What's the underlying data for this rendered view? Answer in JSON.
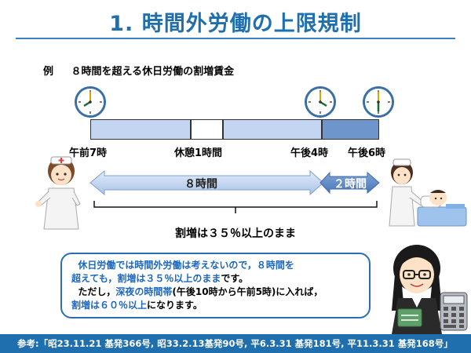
{
  "title": "1. 時間外労働の上限規制",
  "example": {
    "label": "例",
    "text": "８時間を超える休日労働の割増賃金"
  },
  "timeline": {
    "labels": {
      "start": "午前7時",
      "rest": "休憩1時間",
      "pm4": "午後4時",
      "pm6": "午後6時"
    },
    "colors": {
      "work": "#c3d5f0",
      "rest": "#ffffff",
      "extra": "#6f96cc"
    }
  },
  "arrows": {
    "main": "８時間",
    "extra": "２時間"
  },
  "bracket_label": "割増は３５％以上のまま",
  "note": {
    "line1_blue": "休日労働では時間外労働は考えないので，８時間を",
    "line2_blue": "超えても，割増は３５％以上のまま",
    "line2_end": "です。",
    "line3_start": "ただし，",
    "line3_blue": "深夜の時間帯",
    "line3_end": "(午後10時から午前5時)に入れば，",
    "line4_blue": "割増は６０％以上",
    "line4_end": "になります。"
  },
  "footer": "参考:「昭23.11.21 基発366号, 昭33.2.13基発90号, 平6.3.31 基発181号, 平11.3.31 基発168号」",
  "icons": {
    "clock": "clock-icon",
    "nurse": "nurse-illustration",
    "patient": "patient-in-bed-illustration",
    "office_worker": "office-worker-illustration",
    "calculator": "calculator-icon"
  },
  "accent_color": "#1f6fae"
}
